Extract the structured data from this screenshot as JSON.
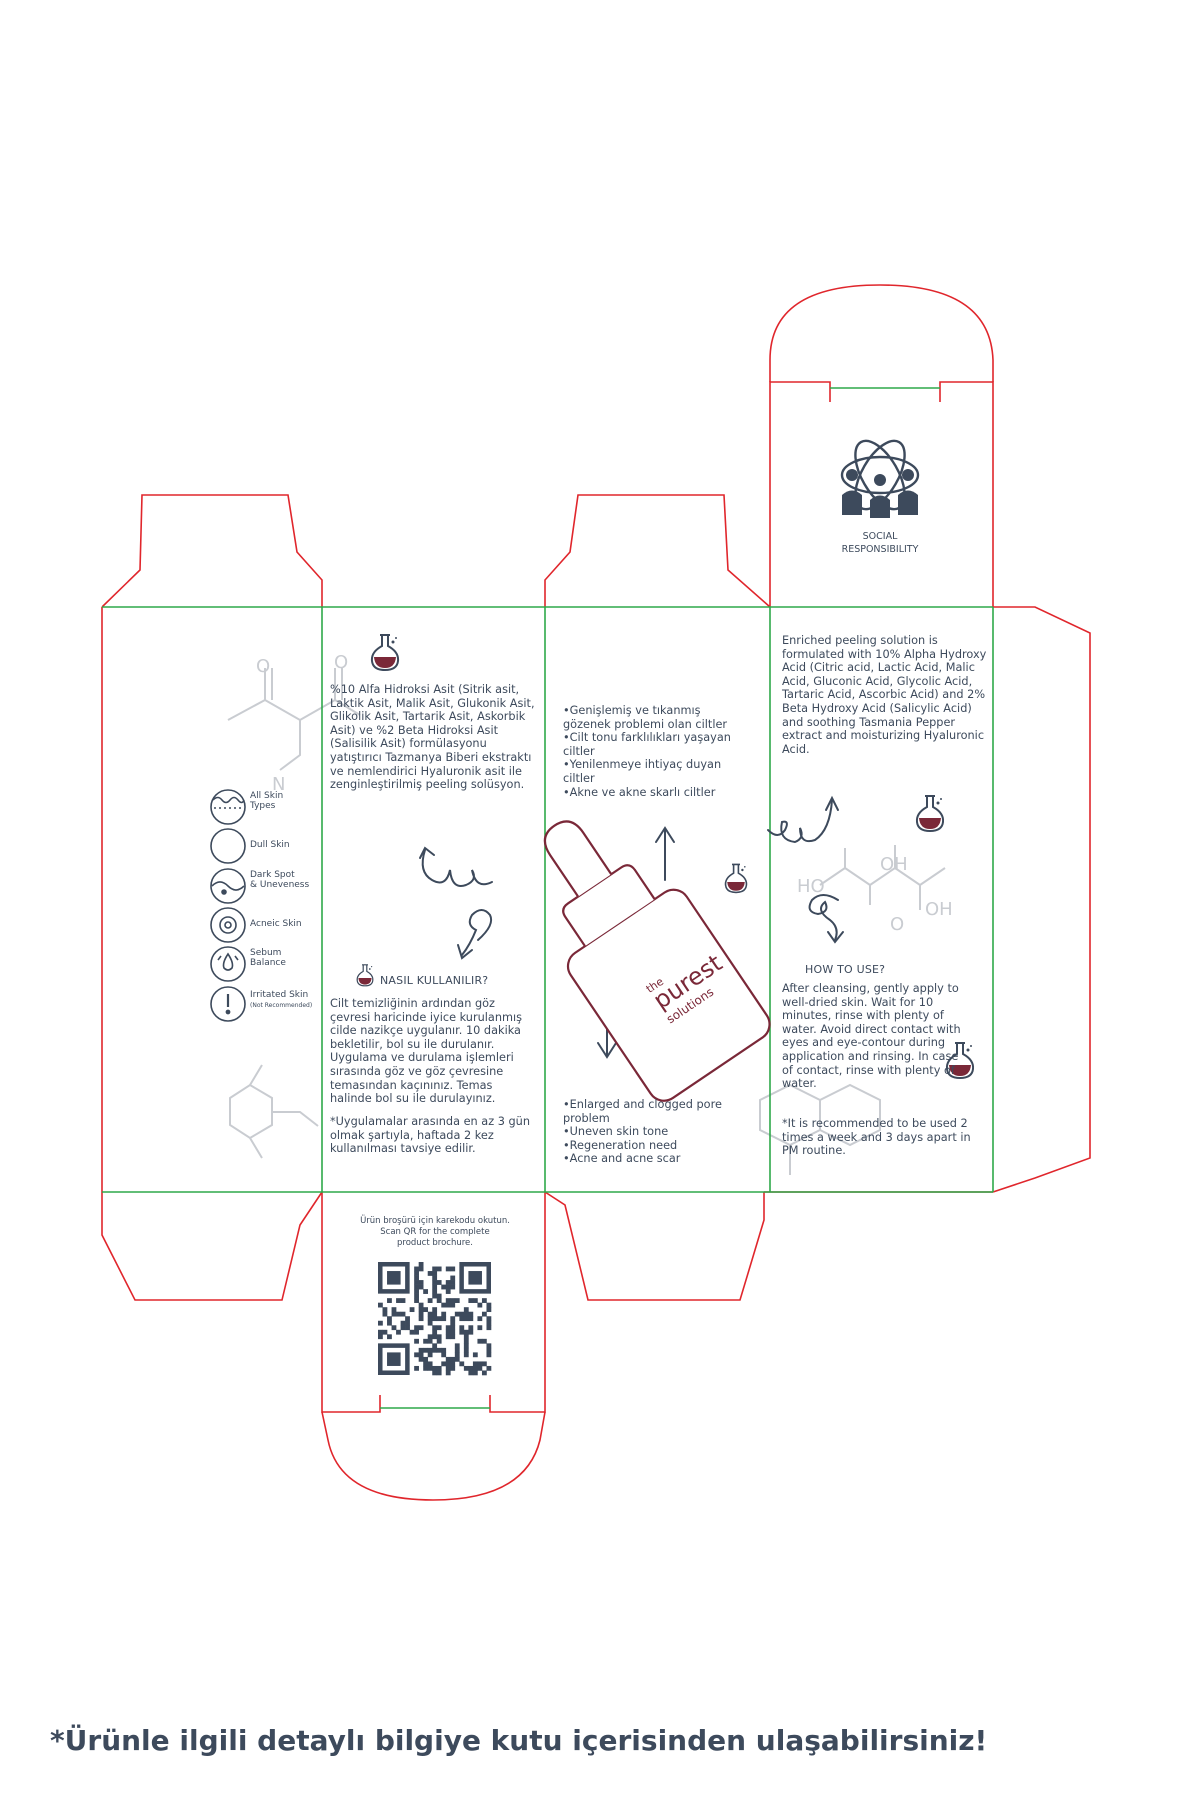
{
  "panels": {
    "turkish_description": "%10 Alfa Hidroksi Asit (Sitrik asit, Laktik Asit, Malik Asit, Glukonik Asit, Glikolik Asit, Tartarik Asit, Askorbik Asit) ve %2 Beta Hidroksi Asit (Salisilik Asit) formülasyonu yatıştırıcı Tazmanya Biberi ekstraktı ve nemlendirici Hyaluronik asit ile zenginleştirilmiş peeling solüsyon.",
    "turkish_usage_title": "NASIL KULLANILIR?",
    "turkish_usage": "Cilt temizliğinin ardından göz çevresi haricinde iyice kurulanmış cilde nazikçe uygulanır. 10 dakika bekletilir, bol su ile durulanır. Uygulama ve durulama işlemleri sırasında göz ve göz çevresine temasından kaçınınız. Temas halinde bol su ile durulayınız.",
    "turkish_note": "*Uygulamalar arasında en az 3 gün olmak şartıyla, haftada 2 kez kullanılması tavsiye edilir.",
    "turkish_list": [
      "•Genişlemiş ve tıkanmış gözenek problemi olan ciltler",
      "•Cilt tonu farklılıkları yaşayan ciltler",
      "•Yenilenmeye ihtiyaç duyan ciltler",
      "•Akne ve akne skarlı ciltler"
    ],
    "english_list": [
      "•Enlarged and clogged pore problem",
      "•Uneven skin tone",
      "•Regeneration need",
      "•Acne and acne scar"
    ],
    "english_description": "Enriched peeling solution is formulated with 10% Alpha Hydroxy Acid (Citric acid, Lactic Acid, Malic Acid, Gluconic Acid, Glycolic Acid, Tartaric Acid, Ascorbic Acid) and 2% Beta Hydroxy Acid (Salicylic Acid) and soothing Tasmania Pepper extract and moisturizing Hyaluronic Acid.",
    "english_usage_title": "HOW TO USE?",
    "english_usage": "After cleansing, gently apply to well-dried skin. Wait for 10 minutes, rinse with plenty of water. Avoid direct contact with eyes and eye-contour during application and rinsing. In case of contact, rinse with plenty of water.",
    "english_note": "*It is recommended to be used 2 times a week and 3 days apart in PM routine."
  },
  "social": {
    "line1": "SOCIAL",
    "line2": "RESPONSIBILITY",
    "icon": "atom-people-icon"
  },
  "skin_types": [
    {
      "label": "All Skin",
      "label2": "Types",
      "icon": "wave-circle-icon"
    },
    {
      "label": "Dull Skin",
      "label2": "",
      "icon": "empty-circle-icon"
    },
    {
      "label": "Dark Spot",
      "label2": "& Uneveness",
      "icon": "spot-circle-icon"
    },
    {
      "label": "Acneic Skin",
      "label2": "",
      "icon": "target-circle-icon"
    },
    {
      "label": "Sebum",
      "label2": "Balance",
      "icon": "droplet-circle-icon"
    },
    {
      "label": "Irritated Skin",
      "label2": "(Not Recommended)",
      "icon": "exclamation-circle-icon"
    }
  ],
  "qr": {
    "line1": "Ürün broşürü için karekodu okutun.",
    "line2": "Scan QR for the complete",
    "line3": "product brochure."
  },
  "brand": {
    "the": "the",
    "purest": "purest",
    "solutions": "solutions"
  },
  "molecule_labels": {
    "o1": "O",
    "o2": "O",
    "n": "N",
    "ho1": "HO",
    "oh1": "OH",
    "oh2": "OH",
    "o3": "O"
  },
  "footer": "*Ürünle ilgili detaylı bilgiye kutu içerisinden ulaşabilirsiniz!",
  "colors": {
    "cut_line": "#e0262c",
    "fold_line": "#2ea84a",
    "text": "#3d4a5c",
    "accent": "#7a2838",
    "molecule": "#c9ccd1"
  }
}
